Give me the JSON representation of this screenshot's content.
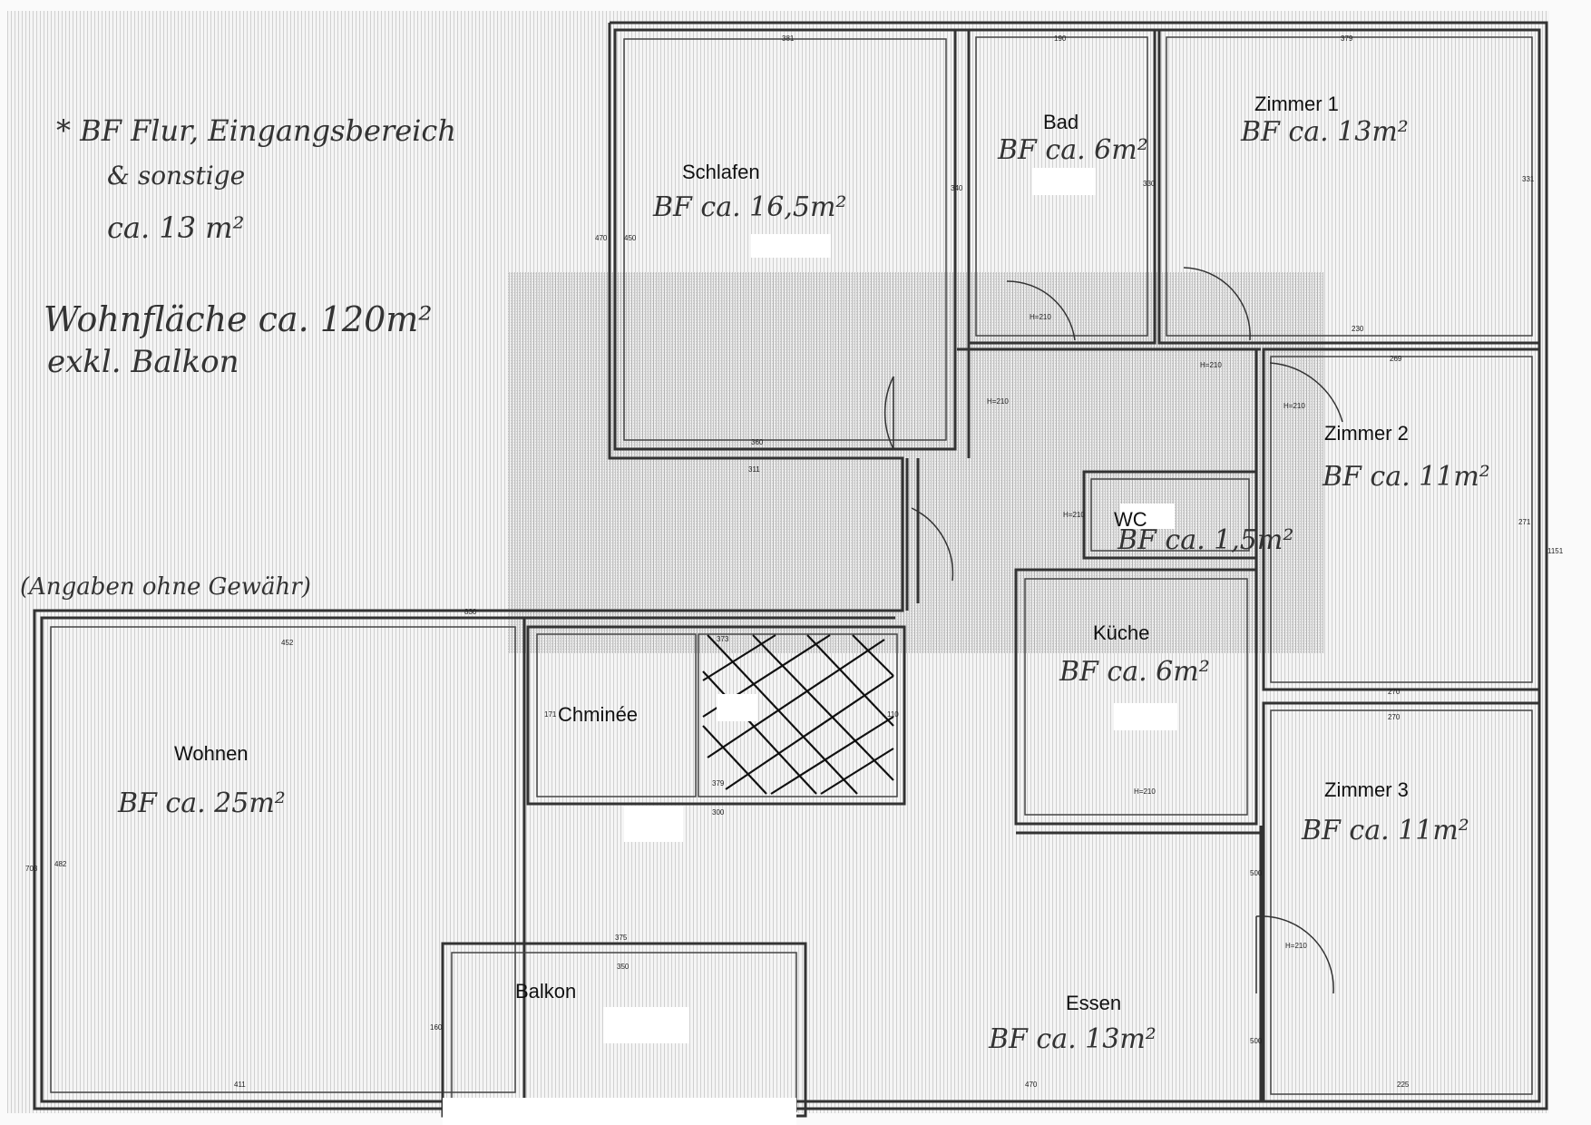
{
  "notes": {
    "line1": "* BF Flur, Eingangsbereich",
    "line2": "& sonstige",
    "line3": "ca. 13 m²",
    "living_area_1": "Wohnfläche ca. 120m²",
    "living_area_2": "exkl. Balkon",
    "disclaimer": "(Angaben ohne Gewähr)"
  },
  "rooms": {
    "schlafen": {
      "name": "Schlafen",
      "area": "BF ca. 16,5m²"
    },
    "bad": {
      "name": "Bad",
      "area": "BF ca. 6m²"
    },
    "zimmer1": {
      "name": "Zimmer 1",
      "area": "BF ca. 13m²"
    },
    "zimmer2": {
      "name": "Zimmer 2",
      "area": "BF ca. 11m²"
    },
    "wc": {
      "name": "WC",
      "area": "BF ca. 1,5m²"
    },
    "kueche": {
      "name": "Küche",
      "area": "BF ca. 6m²"
    },
    "chminee": {
      "name": "Chminée"
    },
    "wohnen": {
      "name": "Wohnen",
      "area": "BF ca. 25m²"
    },
    "zimmer3": {
      "name": "Zimmer 3",
      "area": "BF ca. 11m²"
    },
    "balkon": {
      "name": "Balkon"
    },
    "essen": {
      "name": "Essen",
      "area": "BF ca. 13m²"
    }
  },
  "dims": {
    "d381": "381",
    "d190": "190",
    "d379": "379",
    "d470": "470",
    "d450": "450",
    "d340": "340",
    "d330": "330",
    "d331": "331",
    "d360": "360",
    "d311": "311",
    "d230": "230",
    "d269": "269",
    "d270a": "270",
    "d270b": "270",
    "d271": "271",
    "d830": "830",
    "d452": "452",
    "d373": "373",
    "d379b": "379",
    "d300": "300",
    "d375": "375",
    "d350": "350",
    "d411": "411",
    "d470b": "470",
    "d225": "225",
    "d1151": "1151",
    "d703": "703",
    "d482": "482",
    "d500a": "500",
    "d500b": "500",
    "d160": "160",
    "d171": "171",
    "d110": "110",
    "h210a": "H=210",
    "h210b": "H=210",
    "h210c": "H=210",
    "h210d": "H=210",
    "h210e": "H=210",
    "h210f": "H=210",
    "h210g": "H=210"
  }
}
